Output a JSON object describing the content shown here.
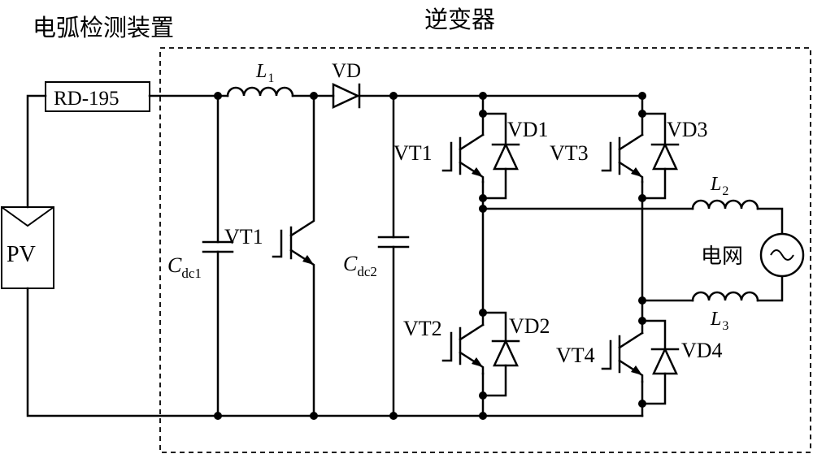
{
  "labels": {
    "arc_detector_title": "电弧检测装置",
    "inverter_title": "逆变器",
    "rd_module": "RD-195",
    "pv": "PV",
    "inductor_1_main": "L",
    "inductor_1_sub": "1",
    "inductor_2_main": "L",
    "inductor_2_sub": "2",
    "inductor_3_main": "L",
    "inductor_3_sub": "3",
    "boost_diode": "VD",
    "cap_dc1_main": "C",
    "cap_dc1_sub": "dc1",
    "cap_dc2_main": "C",
    "cap_dc2_sub": "dc2",
    "boost_switch": "VT1",
    "vt1": "VT1",
    "vt2": "VT2",
    "vt3": "VT3",
    "vt4": "VT4",
    "vd1": "VD1",
    "vd2": "VD2",
    "vd3": "VD3",
    "vd4": "VD4",
    "grid": "电网"
  }
}
